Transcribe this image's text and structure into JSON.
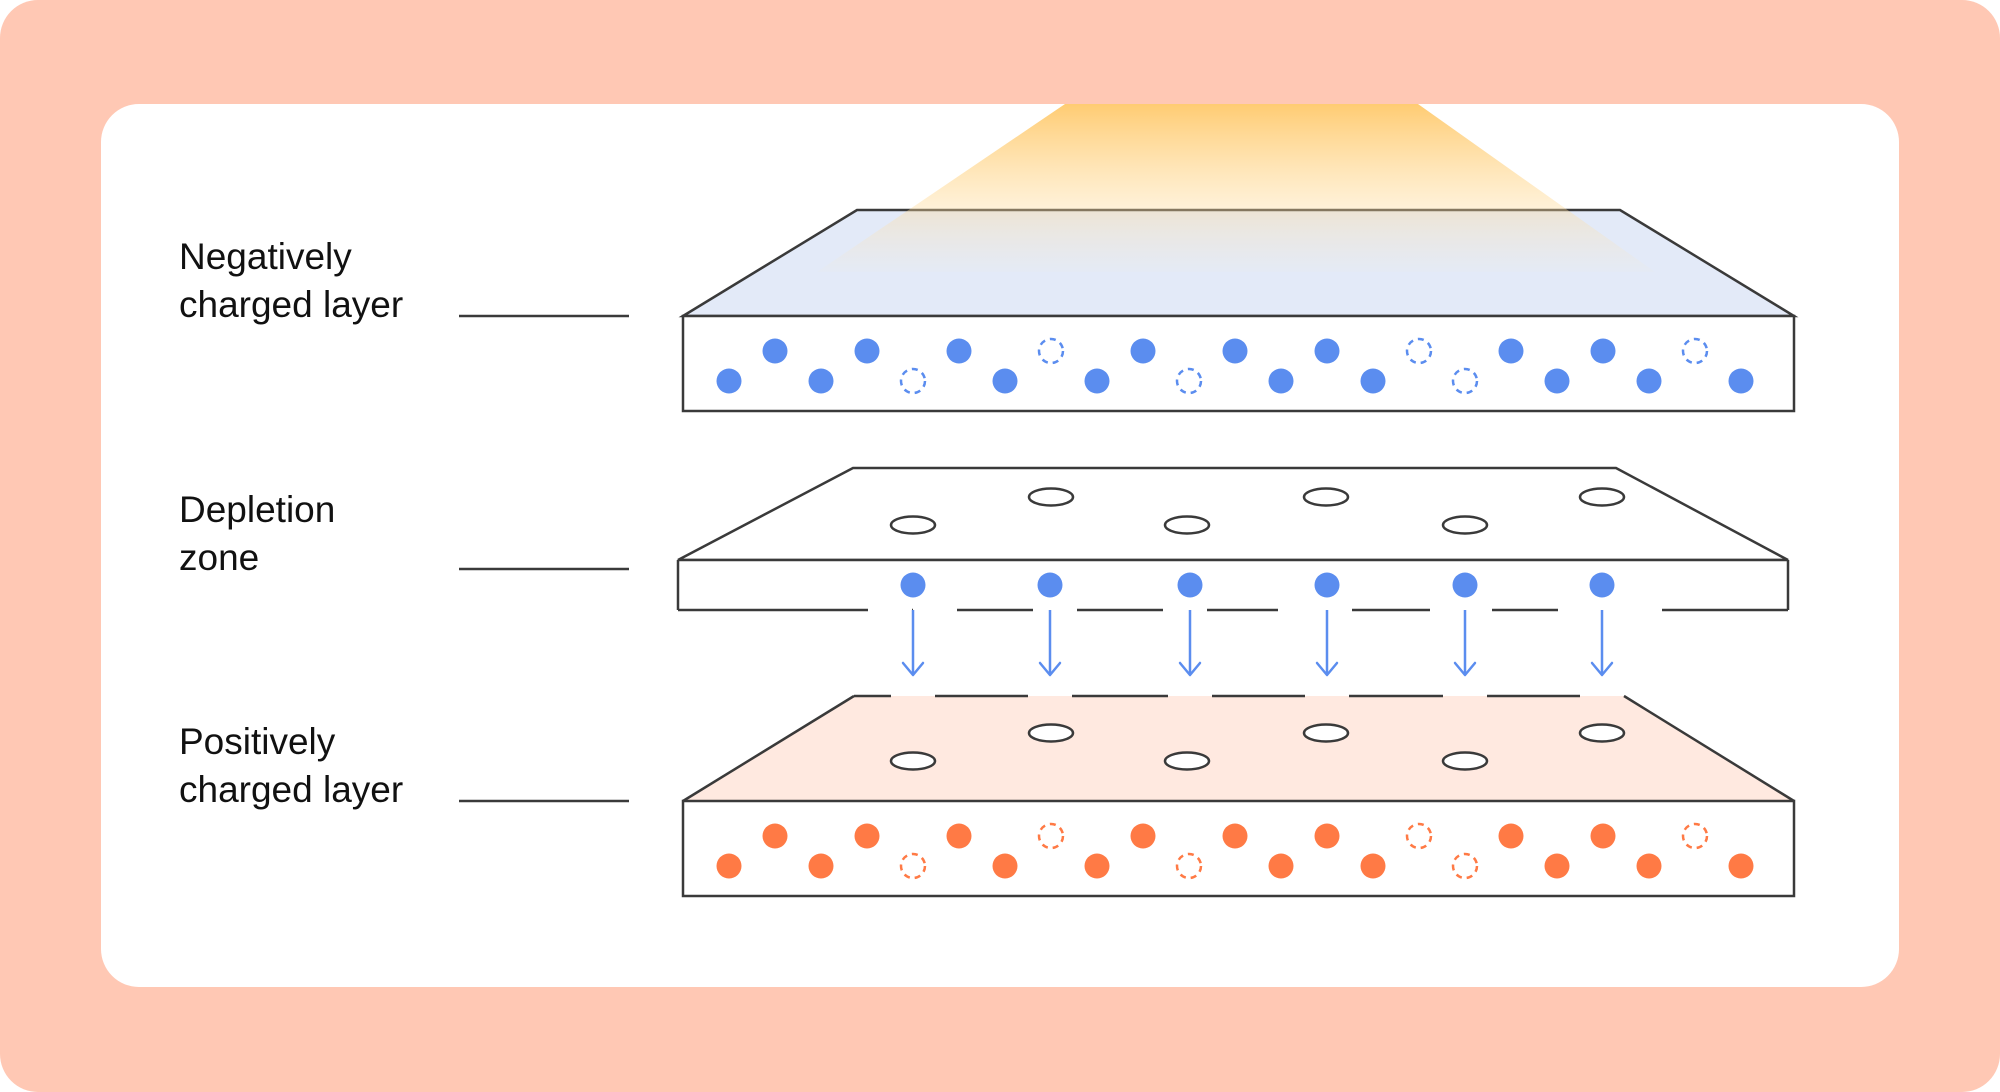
{
  "labels": {
    "negative": "Negatively\ncharged layer",
    "depletion": "Depletion\nzone",
    "positive": "Positively\ncharged layer"
  },
  "colors": {
    "frame": "#FFC8B4",
    "card": "#FFFFFF",
    "electron": "#5B8DEF",
    "hole": "#FF7A45",
    "light": "#FFD27F",
    "negative_layer_top": "#E3EAF8",
    "positive_layer_top": "#FFE9E0",
    "outline": "#3A3A3A"
  },
  "layers": {
    "negative": {
      "particle": "electron",
      "filled_count": 17,
      "vacancy_count": 6
    },
    "depletion": {
      "hole_ovals": 6,
      "migrating_electrons": 6
    },
    "positive": {
      "particle": "hole",
      "filled_count": 17,
      "vacancy_count": 6
    }
  },
  "icons": {
    "light": "sunlight-beam",
    "arrow": "arrow-down-icon"
  }
}
